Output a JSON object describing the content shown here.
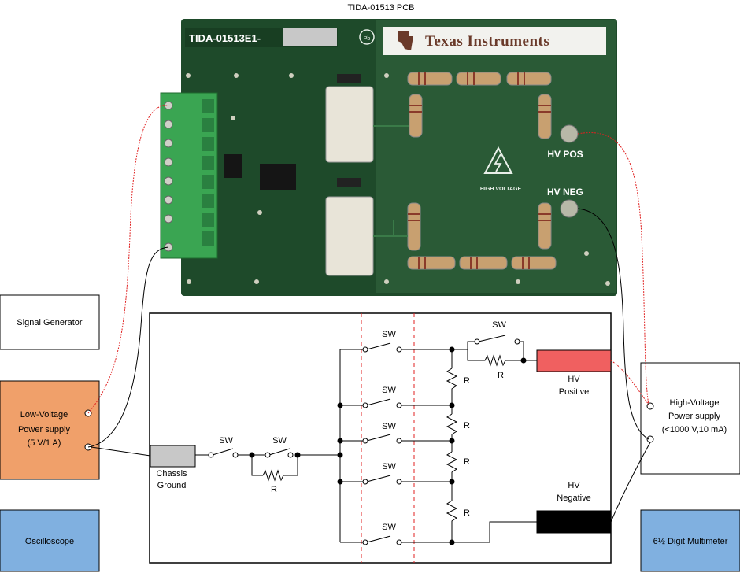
{
  "pcb": {
    "title": "TIDA-01513 PCB",
    "board_label": "TIDA-01513E1-",
    "brand": "Texas Instruments",
    "hv_pos": "HV POS",
    "hv_neg": "HV NEG",
    "high_voltage": "HIGH VOLTAGE",
    "colors": {
      "board": "#1e4a2a",
      "copper": "#b8b8a8",
      "terminal": "#3aa552"
    }
  },
  "blocks": {
    "signal_generator": "Signal Generator",
    "lv_supply": [
      "Low-Voltage",
      "Power supply",
      "(5 V/1 A)"
    ],
    "oscilloscope": "Oscilloscope",
    "hv_supply": [
      "High-Voltage",
      "Power supply",
      "(<1000 V,10 mA)"
    ],
    "multimeter": "6½ Digit Multimeter",
    "chassis_ground": [
      "Chassis",
      "Ground"
    ],
    "hv_positive": [
      "HV",
      "Positive"
    ],
    "hv_negative": [
      "HV",
      "Negative"
    ],
    "colors": {
      "orange": "#f0a06a",
      "blue": "#80b0e0",
      "gray": "#c8c8c8",
      "red": "#f06060",
      "black": "#000000",
      "probe_red": "#e02020"
    }
  },
  "schematic": {
    "sw": "SW",
    "r": "R"
  }
}
